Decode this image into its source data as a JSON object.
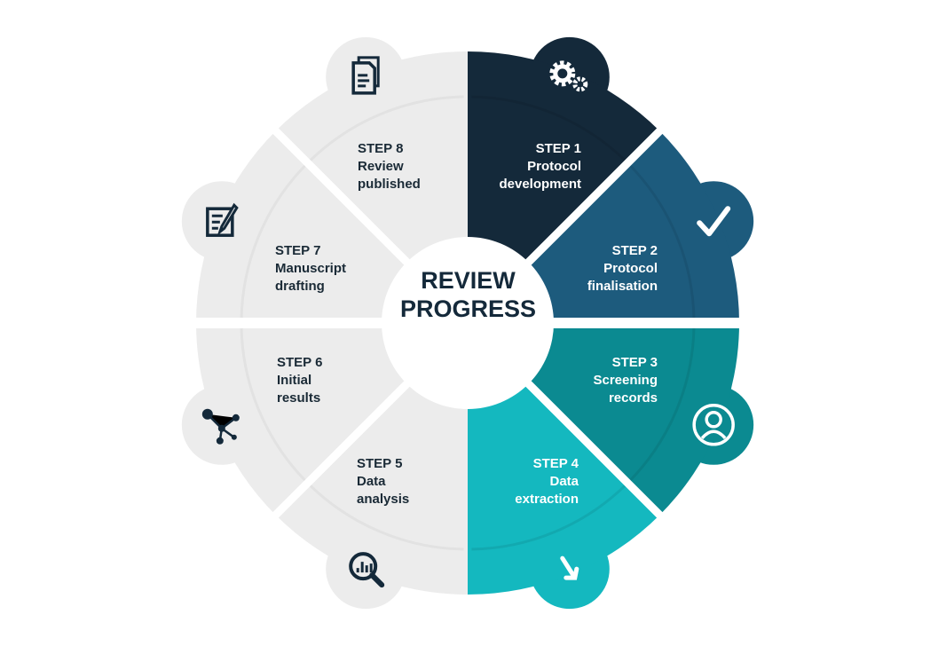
{
  "center": {
    "line1": "REVIEW",
    "line2": "PROGRESS"
  },
  "steps": [
    {
      "step": "STEP 1",
      "line1": "Protocol",
      "line2": "development",
      "icon": "gears-icon",
      "color": "#14293a"
    },
    {
      "step": "STEP 2",
      "line1": "Protocol",
      "line2": "finalisation",
      "icon": "checkmark-icon",
      "color": "#1d5b7d"
    },
    {
      "step": "STEP 3",
      "line1": "Screening",
      "line2": "records",
      "icon": "user-icon",
      "color": "#0b8a91"
    },
    {
      "step": "STEP 4",
      "line1": "Data",
      "line2": "extraction",
      "icon": "arrow-down-right-icon",
      "color": "#14b8bf"
    },
    {
      "step": "STEP 5",
      "line1": "Data",
      "line2": "analysis",
      "icon": "magnifier-chart-icon",
      "color": "#ececec"
    },
    {
      "step": "STEP 6",
      "line1": "Initial",
      "line2": "results",
      "icon": "network-icon",
      "color": "#ececec"
    },
    {
      "step": "STEP 7",
      "line1": "Manuscript",
      "line2": "drafting",
      "icon": "edit-document-icon",
      "color": "#ececec"
    },
    {
      "step": "STEP 8",
      "line1": "Review",
      "line2": "published",
      "icon": "documents-icon",
      "color": "#ececec"
    }
  ]
}
